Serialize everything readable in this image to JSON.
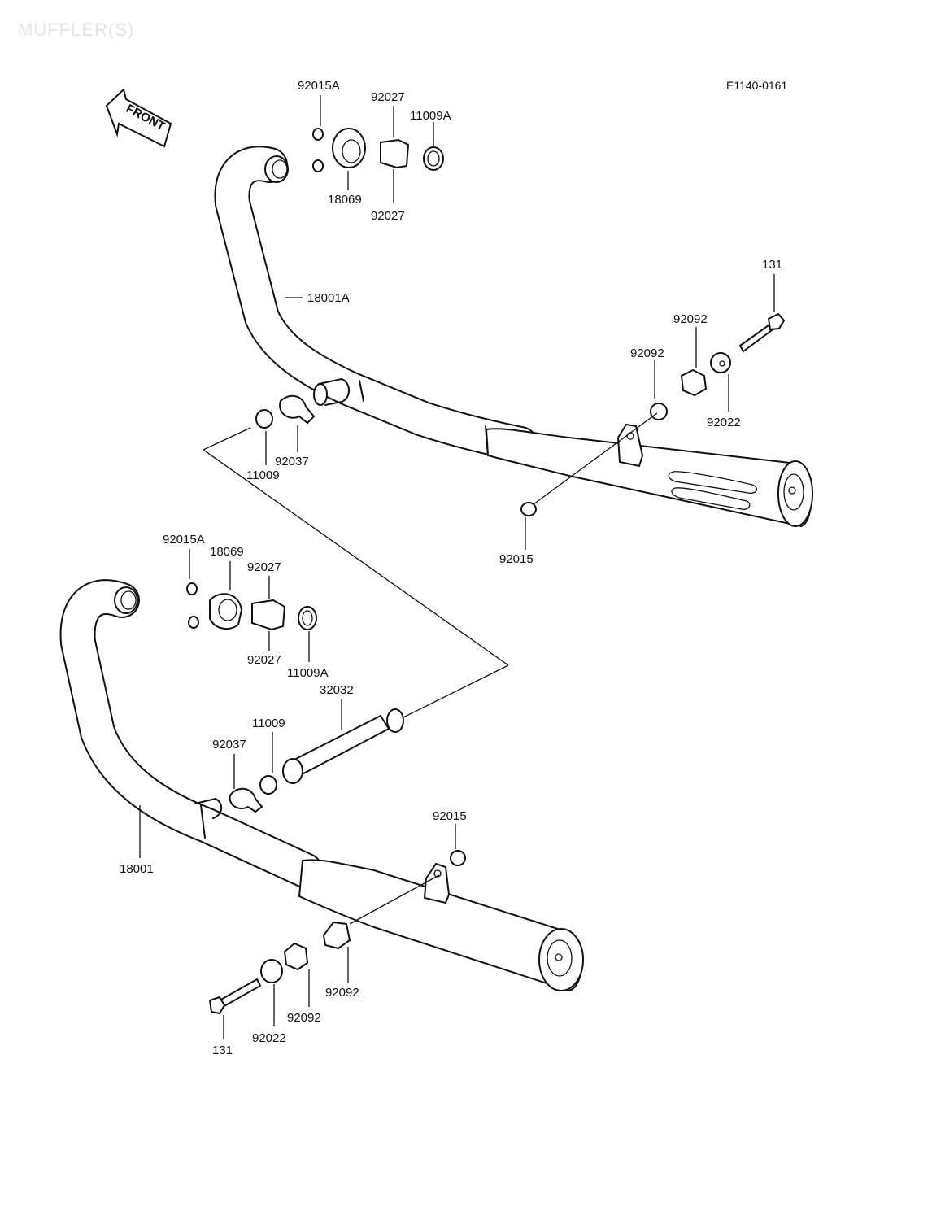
{
  "watermark": "MUFFLER(S)",
  "diagram_id": "E1140-0161",
  "front_label": "FRONT",
  "part_labels": {
    "92015A_top": "92015A",
    "92027_top_a": "92027",
    "11009A_top": "11009A",
    "18069_top": "18069",
    "92027_top_b": "92027",
    "18001A": "18001A",
    "131_top": "131",
    "92092_top_a": "92092",
    "92092_top_b": "92092",
    "92022_top": "92022",
    "92037_top": "92037",
    "11009_top": "11009",
    "92015_top": "92015",
    "92015A_bot": "92015A",
    "18069_bot": "18069",
    "92027_bot_a": "92027",
    "92027_bot_b": "92027",
    "11009A_bot": "11009A",
    "32032": "32032",
    "11009_bot": "11009",
    "92037_bot": "92037",
    "18001": "18001",
    "92015_bot": "92015",
    "92092_bot_a": "92092",
    "92092_bot_b": "92092",
    "92022_bot": "92022",
    "131_bot": "131"
  }
}
